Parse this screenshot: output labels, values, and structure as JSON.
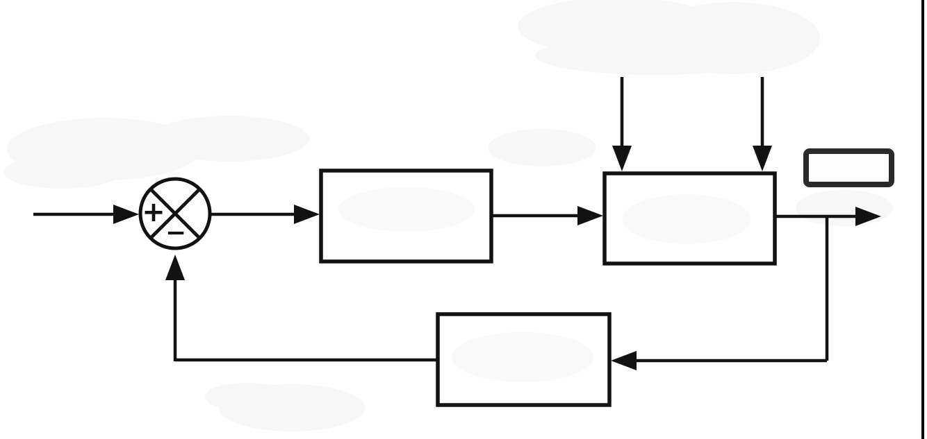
{
  "theme": {
    "background": "#ffffff",
    "line_color": "#121212",
    "ghost_color": "#f7f7f8",
    "answer_box_color": "#2a2a2a",
    "edge_strip_color": "#000000"
  },
  "diagram": {
    "type": "feedback-control-block-diagram",
    "summing_junction": {
      "shape": "circle-with-cross",
      "plus_sign": "+",
      "minus_sign": "−"
    },
    "blocks": [
      {
        "id": "forward-block-1",
        "label": ""
      },
      {
        "id": "forward-block-2",
        "label": "",
        "top_input_arrows": 2
      },
      {
        "id": "feedback-block",
        "label": ""
      },
      {
        "id": "answer-box",
        "label": ""
      }
    ]
  }
}
